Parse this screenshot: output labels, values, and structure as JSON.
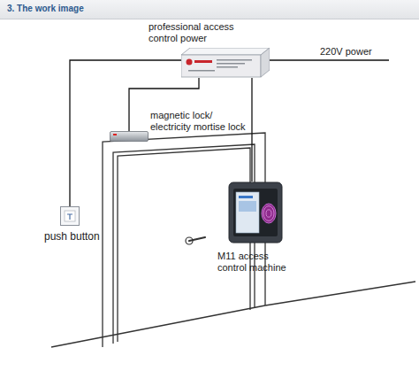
{
  "diagram": {
    "title": "3. The work image",
    "nodes": [
      {
        "text": [
          "professional access control power"
        ]
      },
      {
        "text": [
          "magnetic lock/ electricity mortise lock"
        ]
      },
      {
        "text": [
          "M11 access control machine"
        ]
      },
      {
        "text": [
          "push button"
        ]
      }
    ],
    "edges": [
      {
        "from": 0,
        "to": 1,
        "arrow": "none"
      },
      {
        "from": 0,
        "to": 2,
        "arrow": "none"
      },
      {
        "from": 0,
        "to": 3,
        "arrow": "none"
      }
    ],
    "labels": [
      "220V power"
    ]
  }
}
